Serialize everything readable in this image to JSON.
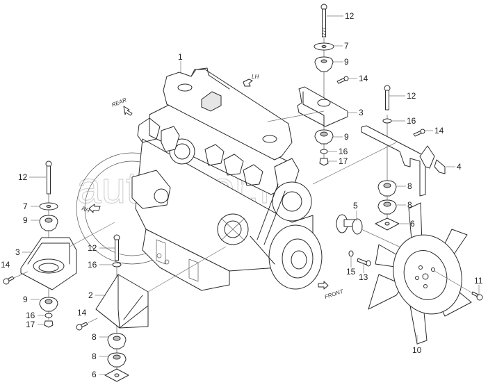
{
  "diagram": {
    "title": "Engine mounting exploded parts diagram",
    "watermark": "autopiter.ru",
    "direction_labels": {
      "rear": "REAR",
      "front": "FRONT",
      "lh": "LH",
      "rh": "RH"
    },
    "callouts": [
      {
        "id": "c1",
        "label": "1",
        "part": "engine"
      },
      {
        "id": "c12a",
        "label": "12",
        "part": "bolt (top center)"
      },
      {
        "id": "c7a",
        "label": "7",
        "part": "washer (top center)"
      },
      {
        "id": "c9a",
        "label": "9",
        "part": "rubber mount (upper, top center)"
      },
      {
        "id": "c14a",
        "label": "14",
        "part": "bolt (top bracket)"
      },
      {
        "id": "c3a",
        "label": "3",
        "part": "bracket (top center)"
      },
      {
        "id": "c9b",
        "label": "9",
        "part": "rubber mount (lower, top center)"
      },
      {
        "id": "c16a",
        "label": "16",
        "part": "washer (top center)"
      },
      {
        "id": "c17a",
        "label": "17",
        "part": "nut (top center)"
      },
      {
        "id": "c12b",
        "label": "12",
        "part": "bolt (right)"
      },
      {
        "id": "c16b",
        "label": "16",
        "part": "washer (right)"
      },
      {
        "id": "c14b",
        "label": "14",
        "part": "bolt (right bracket)"
      },
      {
        "id": "c4",
        "label": "4",
        "part": "bracket (right)"
      },
      {
        "id": "c8a",
        "label": "8",
        "part": "rubber mount (right, upper)"
      },
      {
        "id": "c8b",
        "label": "8",
        "part": "rubber mount (right, lower)"
      },
      {
        "id": "c6a",
        "label": "6",
        "part": "plate (right)"
      },
      {
        "id": "c5",
        "label": "5",
        "part": "fan spacer"
      },
      {
        "id": "c15",
        "label": "15",
        "part": "washer (fan)"
      },
      {
        "id": "c13",
        "label": "13",
        "part": "bolt (fan spacer)"
      },
      {
        "id": "c11",
        "label": "11",
        "part": "bolt (fan)"
      },
      {
        "id": "c10",
        "label": "10",
        "part": "fan"
      },
      {
        "id": "c12c",
        "label": "12",
        "part": "bolt (left)"
      },
      {
        "id": "c7b",
        "label": "7",
        "part": "washer (left)"
      },
      {
        "id": "c9c",
        "label": "9",
        "part": "rubber mount (left, upper)"
      },
      {
        "id": "c3b",
        "label": "3",
        "part": "bracket (left)"
      },
      {
        "id": "c14c",
        "label": "14",
        "part": "bolt (left bracket)"
      },
      {
        "id": "c9d",
        "label": "9",
        "part": "rubber mount (left, lower)"
      },
      {
        "id": "c16c",
        "label": "16",
        "part": "washer (left)"
      },
      {
        "id": "c17b",
        "label": "17",
        "part": "nut (left)"
      },
      {
        "id": "c12d",
        "label": "12",
        "part": "bolt (bottom center)"
      },
      {
        "id": "c16d",
        "label": "16",
        "part": "washer (bottom center)"
      },
      {
        "id": "c2",
        "label": "2",
        "part": "bracket (bottom center)"
      },
      {
        "id": "c14d",
        "label": "14",
        "part": "bolt (bottom bracket)"
      },
      {
        "id": "c8c",
        "label": "8",
        "part": "rubber mount (bottom, upper)"
      },
      {
        "id": "c8d",
        "label": "8",
        "part": "rubber mount (bottom, lower)"
      },
      {
        "id": "c6b",
        "label": "6",
        "part": "plate (bottom)"
      }
    ]
  }
}
